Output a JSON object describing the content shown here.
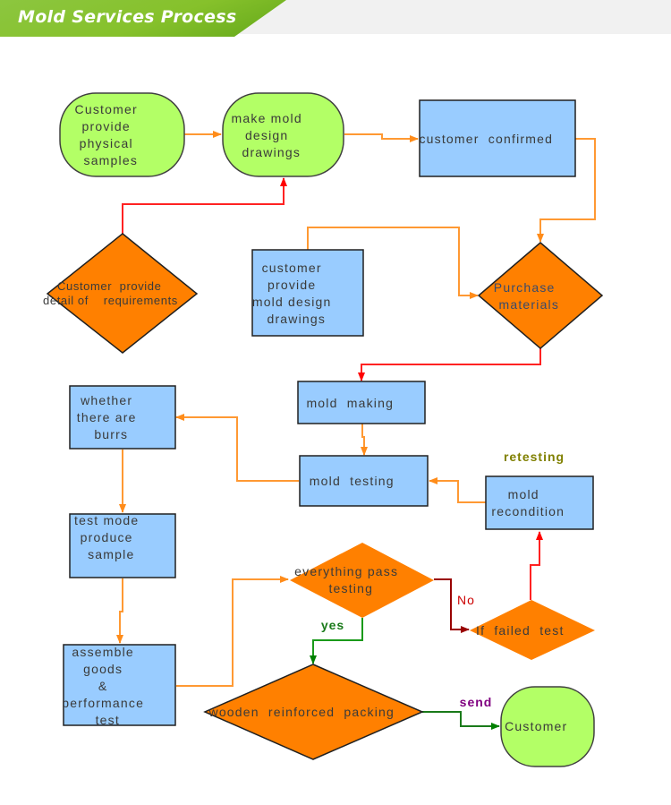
{
  "header": {
    "title": "Mold Services Process"
  },
  "colors": {
    "banner_green": "#8cc63f",
    "terminal_fill": "#b3ff66",
    "process_fill": "#99ccff",
    "decision_fill": "#ff8000",
    "flow_orange": "#ff9933",
    "flow_red": "#ff0000",
    "flow_darkred": "#990000",
    "flow_green": "#008000",
    "label_olive": "#808000",
    "label_purple": "#800080"
  },
  "nodes": {
    "customer_samples": {
      "lines": [
        "Customer",
        "provide",
        "physical",
        "samples"
      ]
    },
    "make_drawings": {
      "lines": [
        "make mold",
        "design",
        "drawings"
      ]
    },
    "customer_confirmed": {
      "lines": [
        "customer  confirmed"
      ]
    },
    "detail_requirements": {
      "lines": [
        "Customer  provide",
        "detail of    requirements"
      ]
    },
    "customer_drawings": {
      "lines": [
        "customer",
        "provide",
        "mold design",
        "drawings"
      ]
    },
    "purchase_materials": {
      "lines": [
        "Purchase",
        "materials"
      ]
    },
    "mold_making": {
      "lines": [
        "mold  making"
      ]
    },
    "burrs": {
      "lines": [
        "whether",
        "there are",
        "burrs"
      ]
    },
    "mold_testing": {
      "lines": [
        "mold  testing"
      ]
    },
    "mold_recondition": {
      "lines": [
        "mold",
        "recondition"
      ]
    },
    "test_mode": {
      "lines": [
        "test mode",
        "produce",
        "sample"
      ]
    },
    "pass_testing": {
      "lines": [
        "everything pass",
        "testing"
      ]
    },
    "failed_test": {
      "lines": [
        "If  failed  test"
      ]
    },
    "assemble": {
      "lines": [
        "assemble",
        "goods",
        "&",
        "performance",
        "test"
      ]
    },
    "packing": {
      "lines": [
        "wooden  reinforced  packing"
      ]
    },
    "customer_final": {
      "lines": [
        "Customer"
      ]
    }
  },
  "edge_labels": {
    "retesting": "retesting",
    "no": "No",
    "yes": "yes",
    "send": "send"
  }
}
